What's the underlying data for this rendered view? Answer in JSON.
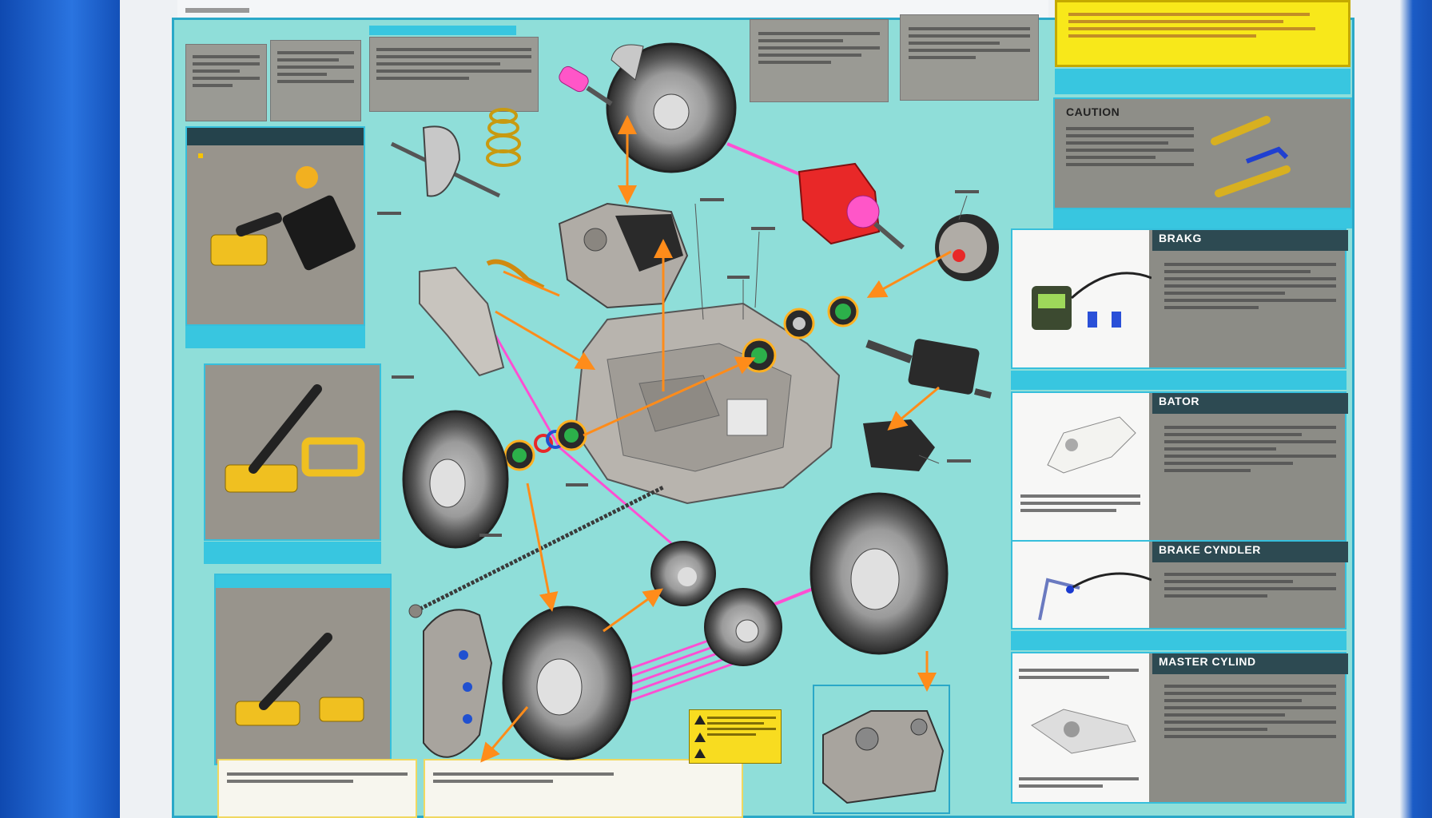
{
  "sections": {
    "caution": "CAUTION",
    "brake": "BRAKG",
    "rotor": "BATOR",
    "brake_cylinder": "BRAKE CYNDLER",
    "master_cylinder": "MASTER CYLIND"
  },
  "colors": {
    "panel_bg": "#8fded9",
    "accent_cyan": "#38c6e0",
    "arrow_orange": "#ff8c1a",
    "pink_line": "#ff4fd2",
    "warning_yellow": "#f8e81a",
    "frame_blue": "#1f5fc4"
  },
  "icons": [
    "warning-triangle-icon",
    "brake-disc-icon",
    "caliper-icon",
    "spring-icon",
    "tool-icon"
  ]
}
